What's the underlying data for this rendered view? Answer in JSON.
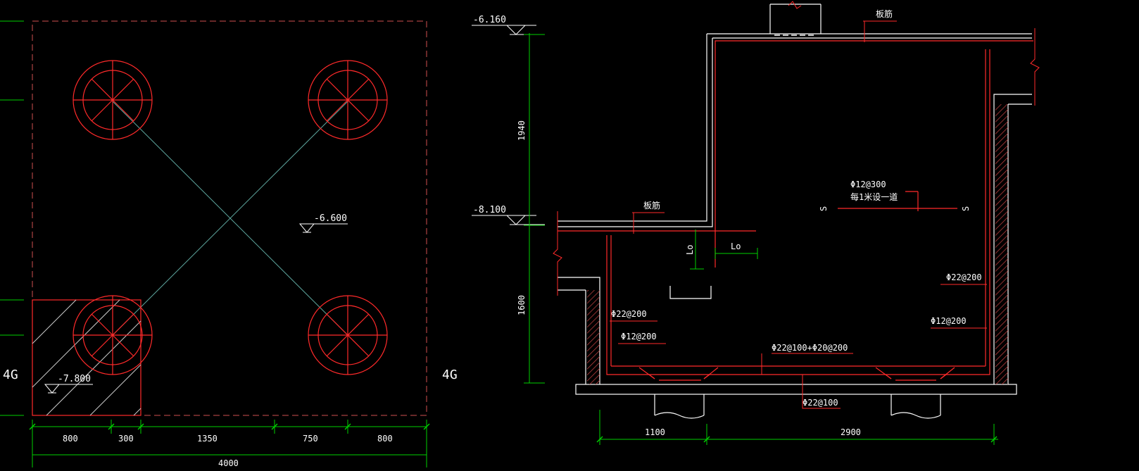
{
  "colors": {
    "background": "#000000",
    "outline": "#ffffff",
    "rebar": "#ff2a2a",
    "dimension": "#00d000",
    "diagonal": "#5fa8a0",
    "hatch": "#cccccc",
    "dashed_boundary": "#d05050"
  },
  "plan": {
    "elevation_center": "-6.600",
    "elevation_corner": "-7.800",
    "grid_label_left": "4G",
    "grid_label_right": "4G",
    "dims": [
      "800",
      "300",
      "1350",
      "750",
      "800"
    ],
    "total_dim": "4000"
  },
  "section": {
    "elev_top": "-6.160",
    "elev_mid": "-8.100",
    "vdim_upper": "1940",
    "vdim_lower": "1600",
    "label_plate_left": "板筋",
    "label_plate_right": "板筋",
    "label_tie": "Φ12@300",
    "label_tie_note": "每1米设一道",
    "section_mark_left": "S",
    "section_mark_right": "S",
    "label_lo_vert": "Lo",
    "label_lo_horiz": "Lo",
    "label_left_wall_1": "Φ22@200",
    "label_left_wall_2": "Φ12@200",
    "label_right_wall_1": "Φ22@200",
    "label_right_wall_2": "Φ12@200",
    "label_bottom_top": "Φ22@100+Φ20@200",
    "label_bottom_bot": "Φ22@100",
    "hdim_left": "1100",
    "hdim_right": "2900"
  }
}
